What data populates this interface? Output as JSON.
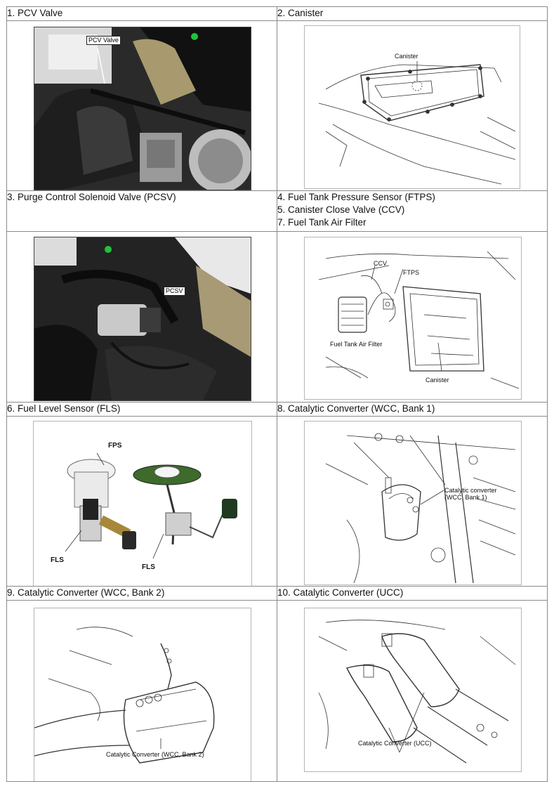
{
  "rows": [
    {
      "left": {
        "lines": [
          "1. PCV Valve"
        ]
      },
      "right": {
        "lines": [
          "2. Canister"
        ]
      }
    },
    {
      "left": {
        "lines": [
          "3. Purge Control Solenoid Valve (PCSV)"
        ]
      },
      "right": {
        "lines": [
          "4. Fuel Tank Pressure Sensor (FTPS)",
          "5. Canister Close Valve (CCV)",
          "7. Fuel Tank Air Filter"
        ]
      }
    },
    {
      "left": {
        "lines": [
          "6. Fuel Level Sensor (FLS)"
        ]
      },
      "right": {
        "lines": [
          "8. Catalytic Converter (WCC, Bank 1)"
        ]
      }
    },
    {
      "left": {
        "lines": [
          "9. Catalytic Converter (WCC, Bank 2)"
        ]
      },
      "right": {
        "lines": [
          "10. Catalytic Converter (UCC)"
        ]
      }
    }
  ],
  "figures": {
    "pcv": {
      "tag": "PCV Valve"
    },
    "canister": {
      "label": "Canister"
    },
    "pcsv": {
      "tag": "PCSV"
    },
    "ftps": {
      "ccv": "CCV",
      "ftps": "FTPS",
      "filter": "Fuel Tank Air Filter",
      "canister": "Canister"
    },
    "fls": {
      "fps": "FPS",
      "fls_left": "FLS",
      "fls_right": "FLS"
    },
    "wcc1": {
      "line1": "Catalytic converter",
      "line2": "(WCC, Bank 1)"
    },
    "wcc2": {
      "label": "Catalytic Converter (WCC, Bank 2)"
    },
    "ucc": {
      "label": "Catalytic Converter (UCC)"
    }
  }
}
